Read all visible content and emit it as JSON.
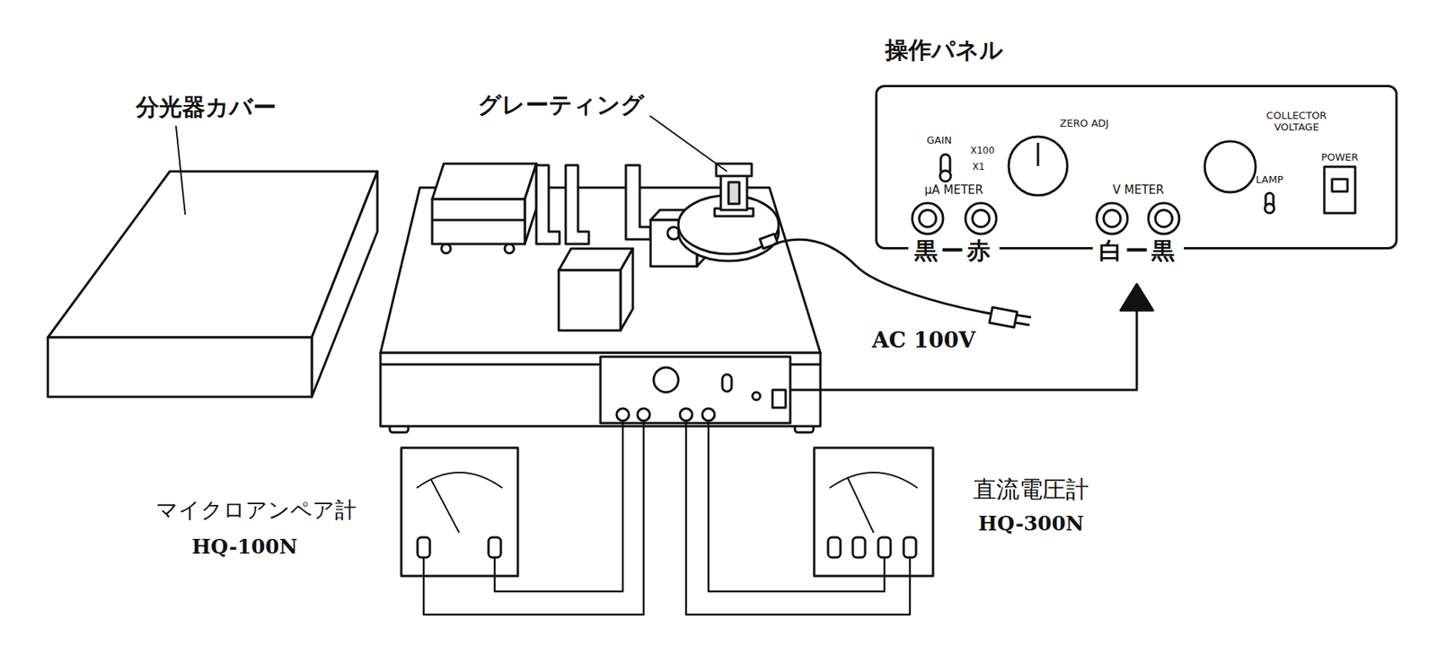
{
  "diagram": {
    "nodes": [
      {
        "text": [
          "操作パネル",
          "GAIN",
          "X100",
          "X1",
          "ZERO ADJ",
          "COLLECTOR VOLTAGE",
          "μA METER",
          "V METER",
          "LAMP",
          "POWER",
          "黒ー赤",
          "白ー黒"
        ]
      }
    ],
    "labels": [
      "分光器カバー",
      "グレーティング",
      "AC 100V",
      "マイクロアンペア計",
      "HQ-100N",
      "直流電圧計",
      "HQ-300N"
    ]
  }
}
